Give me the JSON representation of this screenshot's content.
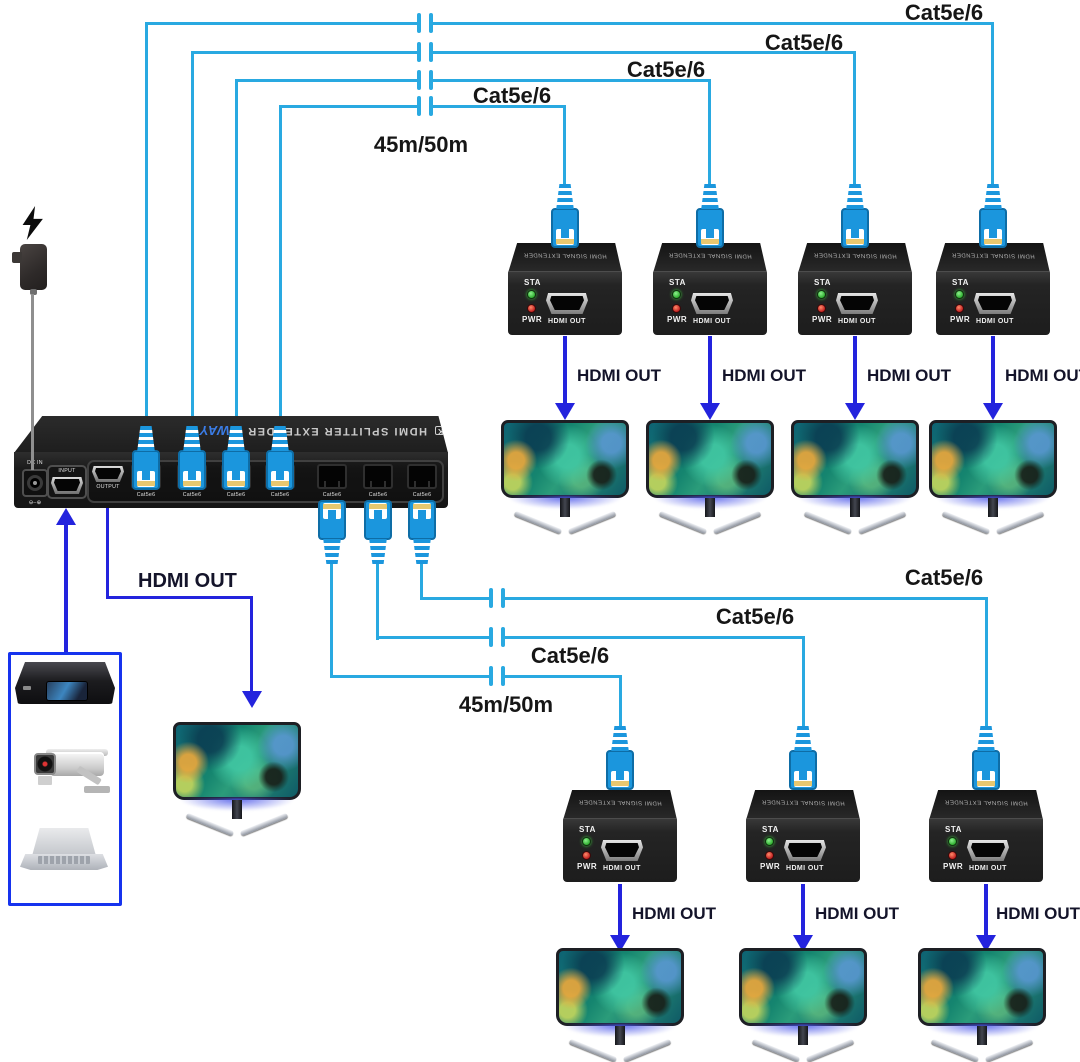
{
  "labels": {
    "cable_type": "Cat5e/6",
    "distance": "45m/50m",
    "hdmi_out": "HDMI OUT"
  },
  "sources": {
    "dvd": "DVD",
    "camera": "Camera",
    "pc": "PC"
  },
  "splitter": {
    "brand_label": "PWAY",
    "top_badge": "4K",
    "top_text": "HDMI SPLITTER EXTENDER",
    "dc_in_label": "DC IN",
    "polarity_label": "⊖–⊕",
    "input_label": "INPUT",
    "output_label": "OUTPUT",
    "rj45_port_label": "Cat5e6",
    "rj45_port_count": 7,
    "hdmi_port_count": 2
  },
  "receiver": {
    "sta_label": "STA",
    "pwr_label": "PWR",
    "hdmi_out_label": "HDMI OUT",
    "top_text": "HDMI SIGNAL EXTENDER",
    "count": 7
  },
  "topology": {
    "top_cat5_runs": 4,
    "bottom_cat5_runs": 3,
    "direct_hdmi_monitors": 1,
    "extended_monitors": 7,
    "monitors_total": 8,
    "cable_note": "Cat5e/6 up to 45m/50m"
  },
  "colors": {
    "cable_cyan": "#29a9e1",
    "signal_blue": "#2323dd",
    "source_box_border": "#1633ee"
  }
}
